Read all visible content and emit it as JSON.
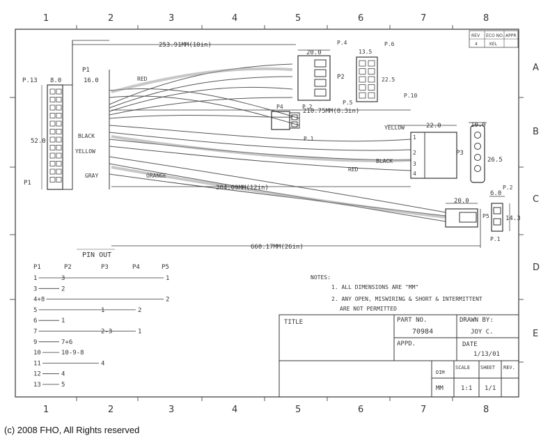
{
  "grid": {
    "cols": [
      "1",
      "2",
      "3",
      "4",
      "5",
      "6",
      "7",
      "8"
    ],
    "rows": [
      "A",
      "B",
      "C",
      "D",
      "E"
    ]
  },
  "revision_table": {
    "headers": [
      "REV",
      "ECO NO.",
      "APPR"
    ],
    "row": [
      "4",
      "KEL",
      ""
    ]
  },
  "dimensions": {
    "top_length": "253.91MM(10in)",
    "mid_length": "210.75MM(8.3in)",
    "bottom_length": "304.69MM(12in)",
    "total_length": "660.17MM(26in)",
    "p1_width": "16.0",
    "p13_width": "8.0",
    "p1_height": "52.0",
    "p2_width": "20.0",
    "p5_width": "13.5",
    "p2_height": "22.5",
    "p3_width": "22.0",
    "p3_depth": "10.0",
    "p3_height": "26.5",
    "p4_width": "20.0",
    "p4_small": "6.0",
    "p4_height": "14.3"
  },
  "connector_labels": {
    "p13": "P.13",
    "p1_left": "P1",
    "p1_top": "P1",
    "p1_bottom": "P1",
    "p2": "P2",
    "p4_top": "P.4",
    "p6": "P.6",
    "p5": "P.5",
    "p10": "P.10",
    "p4_mid": "P4",
    "p2_mid": "P.2",
    "p1_mid": "P.1",
    "p3": "P3",
    "p2_right": "P.2",
    "p5_right": "P5",
    "p1_right": "P.1"
  },
  "wire_labels": {
    "red_top": "RED",
    "black": "BLACK",
    "yellow_left": "YELLOW",
    "gray": "GRAY",
    "orange": "ORANGE",
    "yellow_right": "YELLOW",
    "red_right": "RED",
    "black_right": "BLACK"
  },
  "p3_pins": [
    "1",
    "2",
    "3",
    "4"
  ],
  "pinout": {
    "title": "PIN OUT",
    "headers": [
      "P1",
      "P2",
      "P3",
      "P4",
      "P5"
    ],
    "rows": [
      {
        "a": "1",
        "b": "3",
        "c": "",
        "d": "",
        "e": "1"
      },
      {
        "a": "3",
        "b": "2",
        "c": "",
        "d": "",
        "e": ""
      },
      {
        "a": "4+8",
        "b": "",
        "c": "",
        "d": "",
        "e": "2"
      },
      {
        "a": "5",
        "b": "",
        "c": "1",
        "d": "2",
        "e": ""
      },
      {
        "a": "6",
        "b": "1",
        "c": "",
        "d": "",
        "e": ""
      },
      {
        "a": "7",
        "b": "",
        "c": "2-3",
        "d": "1",
        "e": ""
      },
      {
        "a": "9",
        "b": "7+6",
        "c": "",
        "d": "",
        "e": ""
      },
      {
        "a": "10",
        "b": "10-9-8",
        "c": "",
        "d": "",
        "e": ""
      },
      {
        "a": "11",
        "b": "",
        "c": "4",
        "d": "",
        "e": ""
      },
      {
        "a": "12",
        "b": "4",
        "c": "",
        "d": "",
        "e": ""
      },
      {
        "a": "13",
        "b": "5",
        "c": "",
        "d": "",
        "e": ""
      }
    ]
  },
  "notes": {
    "title": "NOTES:",
    "n1": "1. ALL DIMENSIONS ARE \"MM\"",
    "n2a": "2. ANY OPEN, MISWIRING & SHORT & INTERMITTENT",
    "n2b": "ARE NOT PERMITTED"
  },
  "title_block": {
    "title_label": "TITLE",
    "part_no_label": "PART NO.",
    "part_no": "70984",
    "drawn_by_label": "DRAWN BY:",
    "drawn_by": "JOY C.",
    "appd_label": "APPD.",
    "date_label": "DATE",
    "date": "1/13/01",
    "dim_label": "DIM",
    "dim": "MM",
    "scale_label": "SCALE",
    "scale": "1:1",
    "sheet_label": "SHEET",
    "sheet": "1/1",
    "rev_label": "REV."
  },
  "copyright": "(c) 2008 FHO, All Rights reserved"
}
